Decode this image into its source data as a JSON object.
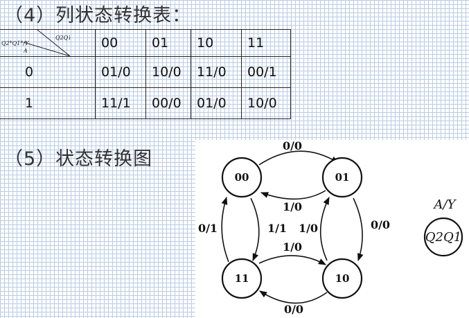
{
  "heading_4": "（4）列状态转换表：",
  "heading_5": "（5）状态转换图",
  "table": {
    "corner": {
      "top_right": "Q2Q1",
      "left": "Q2*Q1*/Y",
      "bottom_left": "A"
    },
    "columns": [
      "00",
      "01",
      "10",
      "11"
    ],
    "rows": [
      {
        "label": "0",
        "cells": [
          "01/0",
          "10/0",
          "11/0",
          "00/1"
        ]
      },
      {
        "label": "1",
        "cells": [
          "11/1",
          "00/0",
          "01/0",
          "10/0"
        ]
      }
    ]
  },
  "diagram": {
    "states": [
      "00",
      "01",
      "11",
      "10"
    ],
    "transitions": [
      {
        "from": "00",
        "to": "01",
        "label": "0/0"
      },
      {
        "from": "01",
        "to": "00",
        "label": "1/0"
      },
      {
        "from": "11",
        "to": "00",
        "label": "0/1"
      },
      {
        "from": "00",
        "to": "11",
        "label": "1/1"
      },
      {
        "from": "10",
        "to": "01",
        "label": "1/0"
      },
      {
        "from": "01",
        "to": "10",
        "label": "0/0"
      },
      {
        "from": "11",
        "to": "10",
        "label": "1/0"
      },
      {
        "from": "10",
        "to": "11",
        "label": "0/0"
      }
    ],
    "legend": {
      "top": "A/Y",
      "node": "Q2Q1"
    }
  }
}
